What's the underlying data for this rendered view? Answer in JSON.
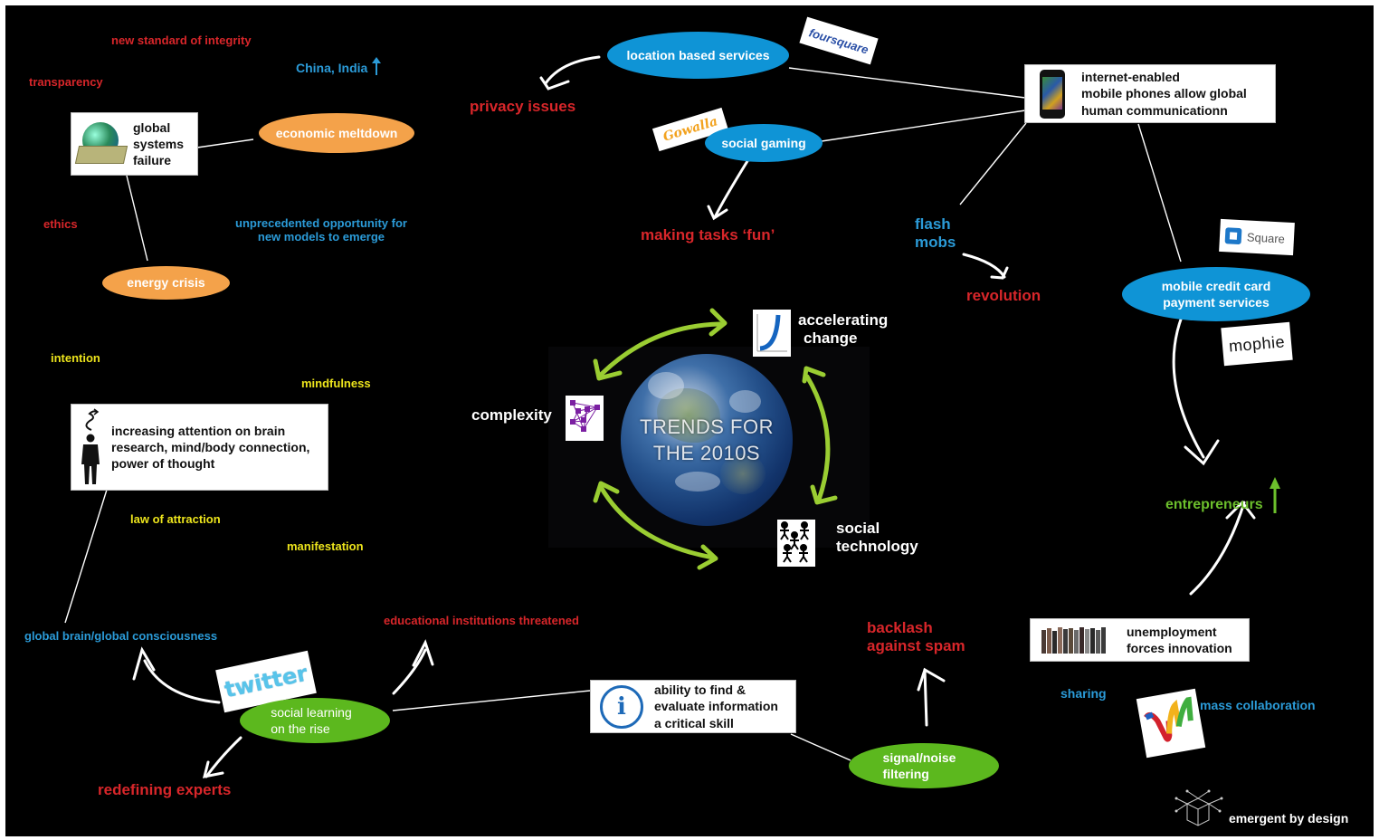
{
  "title": "TRENDS FOR THE 2010S",
  "center": {
    "title_line1": "TRENDS FOR",
    "title_line2": "THE 2010S",
    "core_trends": [
      {
        "label_line1": "accelerating",
        "label_line2": "change",
        "icon": "acceleration-curve-icon"
      },
      {
        "label_line1": "complexity",
        "label_line2": "",
        "icon": "network-graph-icon"
      },
      {
        "label_line1": "social",
        "label_line2": "technology",
        "icon": "people-group-icon"
      }
    ]
  },
  "global_cluster": {
    "box_line1": "global",
    "box_line2": "systems",
    "box_line3": "failure",
    "economic_meltdown": "economic meltdown",
    "energy_crisis": "energy crisis",
    "new_standard": "new standard of integrity",
    "transparency": "transparency",
    "ethics": "ethics",
    "china_india": "China, India",
    "opportunity_line1": "unprecedented opportunity for",
    "opportunity_line2": "new models to emerge"
  },
  "mobile_cluster": {
    "location_services": "location based services",
    "privacy_issues": "privacy issues",
    "social_gaming": "social gaming",
    "making_tasks_fun": "making tasks ‘fun’",
    "phone_box_line1": "internet-enabled",
    "phone_box_line2": "mobile phones allow global",
    "phone_box_line3": "human communicationn",
    "flash_line1": "flash",
    "flash_line2": "mobs",
    "revolution": "revolution",
    "payment_line1": "mobile credit card",
    "payment_line2": "payment services",
    "entrepreneurs": "entrepreneurs",
    "logos": {
      "foursquare": "foursquare",
      "gowalla": "Gowalla",
      "square": "Square",
      "mophie": "mophie"
    }
  },
  "mind_cluster": {
    "intention": "intention",
    "mindfulness": "mindfulness",
    "box_line1": "increasing attention on brain",
    "box_line2": "research, mind/body connection,",
    "box_line3": "power of thought",
    "law_of_attraction": "law of attraction",
    "manifestation": "manifestation",
    "global_brain": "global brain/global consciousness"
  },
  "learning_cluster": {
    "social_learning_line1": "social learning",
    "social_learning_line2": "on the rise",
    "educational": "educational institutions threatened",
    "redefining_experts": "redefining experts",
    "twitter_logo": "twitter",
    "info_box_line1": "ability to find &",
    "info_box_line2": "evaluate information",
    "info_box_line3": "a critical skill",
    "signal_line1": "signal/noise",
    "signal_line2": "filtering",
    "backlash_line1": "backlash",
    "backlash_line2": "against spam"
  },
  "work_cluster": {
    "unemployment_line1": "unemployment",
    "unemployment_line2": "forces innovation",
    "sharing": "sharing",
    "mass_collaboration": "mass collaboration"
  },
  "footer": {
    "brand": "emergent by design"
  },
  "colors": {
    "red": "#d8262a",
    "blue": "#2b9bd8",
    "yellow": "#ece41c",
    "green": "#6cbf2c",
    "orange_bubble": "#f4a24a",
    "blue_bubble": "#0f94d6",
    "green_bubble": "#5cb81e",
    "cycle_arrow": "#9acd32"
  }
}
